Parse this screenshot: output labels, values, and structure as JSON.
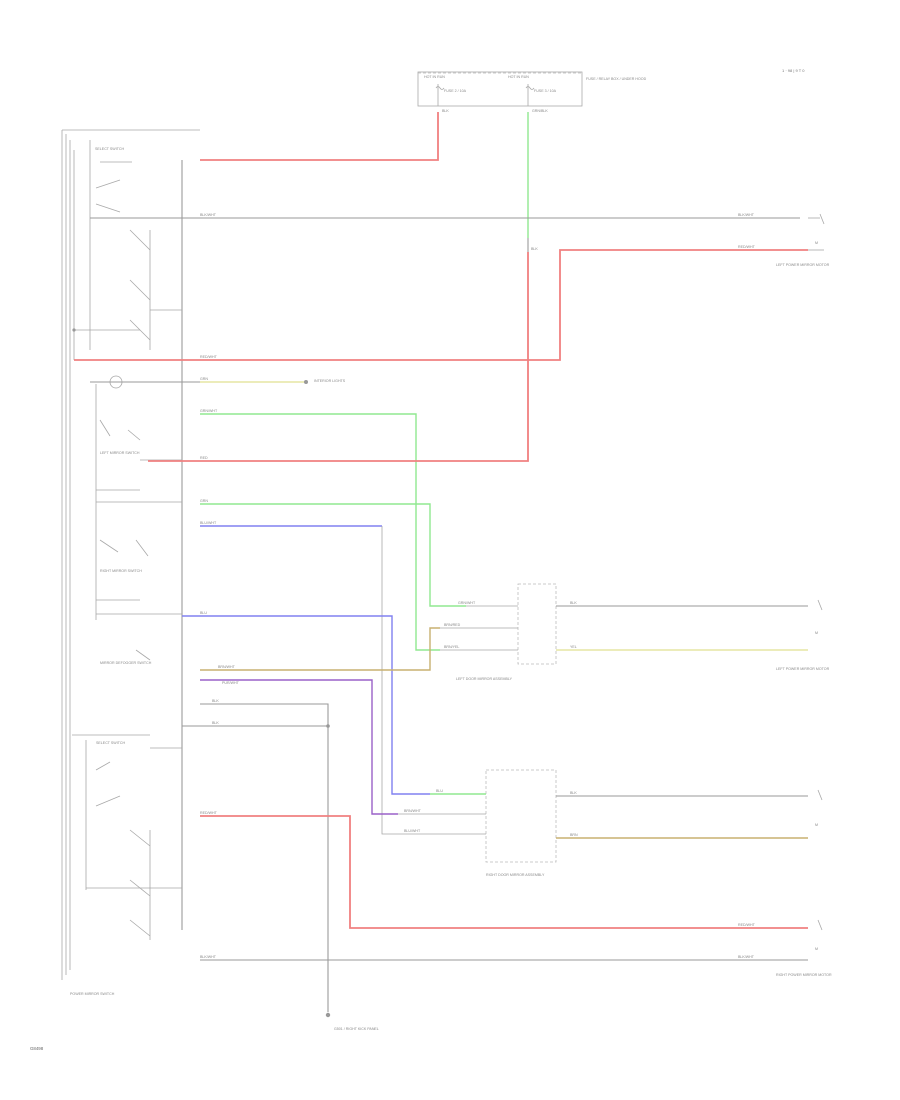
{
  "page_ref": "1 · 98 | 9 T 0",
  "figure_code": "G8498",
  "fuse_box": {
    "left_header": "HOT IN RUN",
    "right_header": "HOT IN RUN",
    "fuse_left": "FUSE 2 / 10A",
    "fuse_right": "FUSE 3 / 10A",
    "label": "FUSE / RELAY BOX / UNDER HOOD"
  },
  "components": {
    "master_switch": "POWER MIRROR SWITCH",
    "select_switch_top": "SELECT SWITCH",
    "left_mirror_switch": "LEFT MIRROR SWITCH",
    "right_mirror_switch": "RIGHT MIRROR SWITCH",
    "defogger_switch": "MIRROR DEFOGGER SWITCH",
    "select_switch_bottom": "SELECT SWITCH",
    "left_mirror_top": "LEFT POWER MIRROR MOTOR",
    "left_mirror_bottom": "LEFT POWER MIRROR MOTOR",
    "right_mirror_bottom": "RIGHT POWER MIRROR MOTOR",
    "left_door_mirror_assembly": "LEFT DOOR MIRROR ASSEMBLY",
    "right_door_mirror_assembly": "RIGHT DOOR MIRROR ASSEMBLY",
    "interior_lights": "INTERIOR LIGHTS",
    "ground": "G501 / RIGHT KICK PANEL"
  },
  "wires": {
    "w1": "RED",
    "w2": "BLK/WHT",
    "w3": "RED/WHT",
    "w4": "GRN",
    "w5": "GRN/WHT",
    "w6": "RED",
    "w7": "GRN",
    "w8": "BLU/WHT",
    "w9": "BLU",
    "w10": "BRN/WHT",
    "w11": "PUR/WHT",
    "w12": "BLK",
    "w13": "BLK",
    "w14": "RED/WHT",
    "w15": "BLK/WHT",
    "r1": "BLK/WHT",
    "r2": "RED/WHT",
    "r3": "BLK",
    "r4": "YEL",
    "r5": "BLK",
    "r6": "BRN",
    "r7": "RED/WHT",
    "r8": "BLK/WHT",
    "m1": "GRN/WHT",
    "m2": "BRN/RED",
    "m3": "BRN/YEL",
    "m4": "BLU",
    "m5": "BRN/WHT",
    "m6": "BLU/WHT",
    "f1": "BLK",
    "f2": "GRN/BLK",
    "f3": "BLK"
  }
}
